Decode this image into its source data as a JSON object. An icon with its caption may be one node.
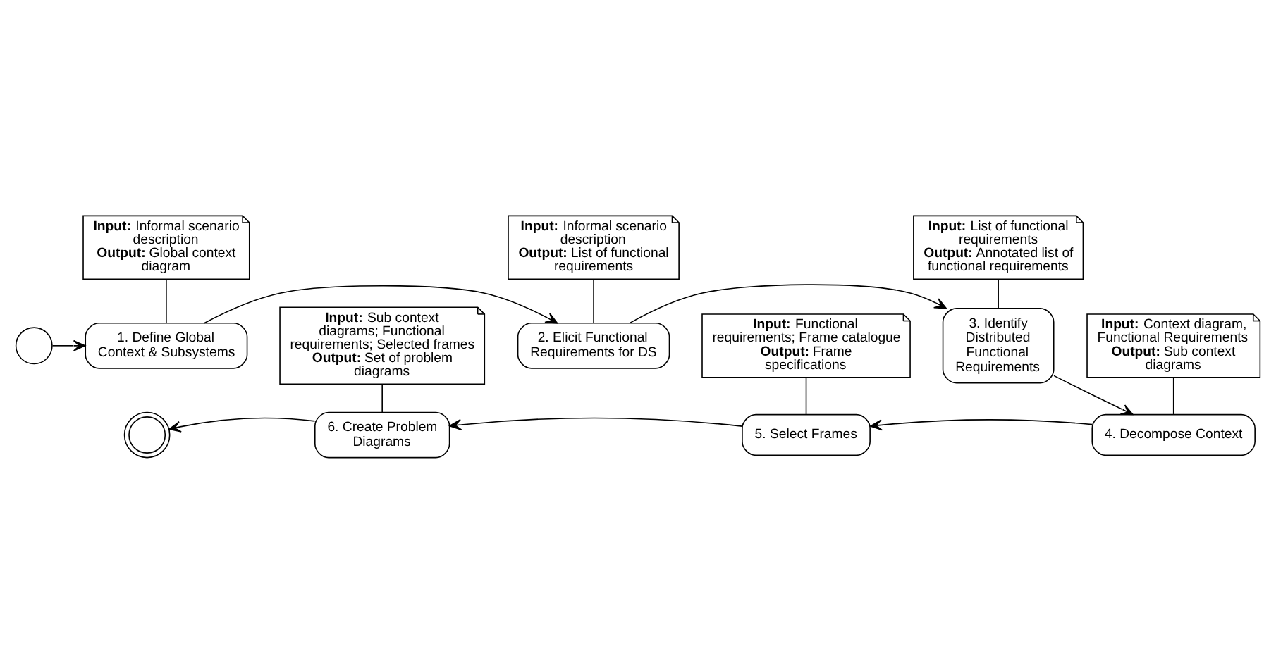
{
  "diagram": {
    "nodes": [
      {
        "text": [],
        "shape": "circle"
      },
      {
        "text": [
          "1. Define Global Context & Subsystems"
        ]
      },
      {
        "text": [
          "**Input:** Informal scenario description",
          "**Output:** Global context diagram"
        ]
      },
      {
        "text": [
          "2. Elicit Functional Requirements for DS"
        ]
      },
      {
        "text": [
          "**Input:** Informal scenario description",
          "**Output:** List of functional requirements"
        ]
      },
      {
        "text": [
          "3. Identify Distributed Functional Requirements"
        ]
      },
      {
        "text": [
          "**Input:** List of functional requirements",
          "**Output:** Annotated list of functional requirements"
        ]
      },
      {
        "text": [
          "4. Decompose Context"
        ]
      },
      {
        "text": [
          "**Input:** Context diagram, Functional Requirements",
          "**Output:** Sub context diagrams"
        ]
      },
      {
        "text": [
          "5. Select Frames"
        ]
      },
      {
        "text": [
          "**Input:** Functional requirements; Frame catalogue",
          "**Output:** Frame specifications"
        ]
      },
      {
        "text": [
          "6. Create Problem Diagrams"
        ]
      },
      {
        "text": [
          "**Input:** Sub context diagrams; Functional requirements; Selected frames",
          "**Output:** Set of problem diagrams"
        ]
      },
      {
        "text": [],
        "shape": "circle"
      }
    ],
    "edges": [
      {
        "from": 0,
        "to": 1,
        "arrow": "to"
      },
      {
        "from": 1,
        "to": 3,
        "arrow": "to"
      },
      {
        "from": 3,
        "to": 5,
        "arrow": "to"
      },
      {
        "from": 5,
        "to": 7,
        "arrow": "to"
      },
      {
        "from": 7,
        "to": 9,
        "arrow": "to"
      },
      {
        "from": 9,
        "to": 11,
        "arrow": "to"
      },
      {
        "from": 11,
        "to": 13,
        "arrow": "to"
      },
      {
        "from": 2,
        "to": 1,
        "arrow": "none"
      },
      {
        "from": 4,
        "to": 3,
        "arrow": "none"
      },
      {
        "from": 6,
        "to": 5,
        "arrow": "none"
      },
      {
        "from": 8,
        "to": 7,
        "arrow": "none"
      },
      {
        "from": 10,
        "to": 9,
        "arrow": "none"
      },
      {
        "from": 12,
        "to": 11,
        "arrow": "none"
      }
    ]
  }
}
